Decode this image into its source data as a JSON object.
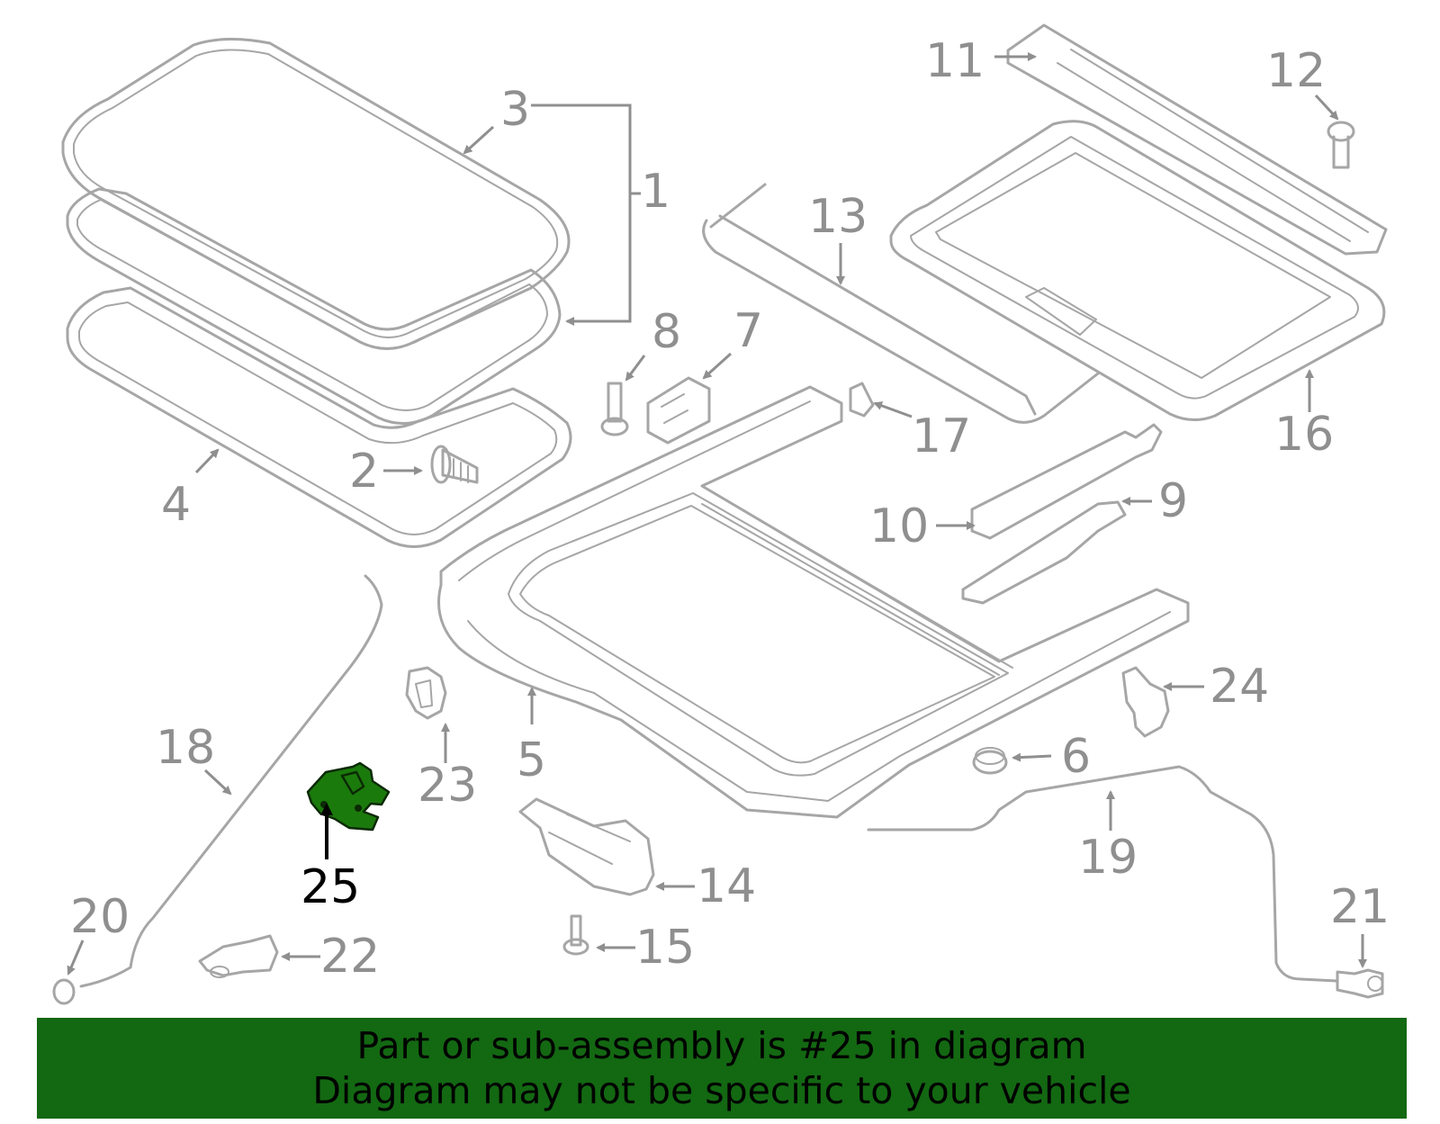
{
  "diagram": {
    "part_labels": [
      "1",
      "2",
      "3",
      "4",
      "5",
      "6",
      "7",
      "8",
      "9",
      "10",
      "11",
      "12",
      "13",
      "14",
      "15",
      "16",
      "17",
      "18",
      "19",
      "20",
      "21",
      "22",
      "23",
      "24"
    ],
    "highlighted_label": "25",
    "colors": {
      "parts_stroke": "#a6a6a6",
      "label_text": "#8f8f8f",
      "highlight_fill": "#1b7a0c",
      "highlight_label": "#000000"
    }
  },
  "banner": {
    "line1": "Part or sub-assembly is #25 in diagram",
    "line2": "Diagram may not be specific to your vehicle",
    "background": "#136812"
  }
}
